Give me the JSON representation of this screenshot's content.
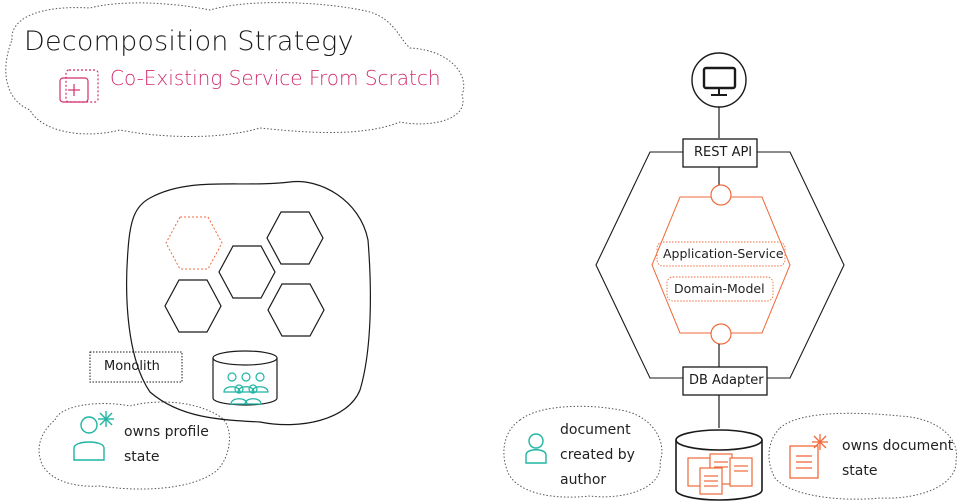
{
  "title": "Decomposition Strategy",
  "subtitle": "Co-Existing Service From Scratch",
  "monolith": {
    "label": "Monolith",
    "note": "owns profile state"
  },
  "service": {
    "rest_api": "REST API",
    "application_service": "Application-Service",
    "domain_model": "Domain-Model",
    "db_adapter": "DB Adapter"
  },
  "notes": {
    "document_created": "document created by author",
    "owns_document": "owns document state"
  },
  "colors": {
    "ink": "#1a1a1a",
    "subtitle": "#d12e6e",
    "orange": "#f06a3a",
    "teal": "#1fb5a3",
    "cloud": "#666666"
  },
  "icons": {
    "subtitle": "add-box-icon",
    "client": "monitor-icon",
    "user_teal": "user-icon",
    "user_owner": "user-star-icon",
    "documents": "document-icon"
  }
}
